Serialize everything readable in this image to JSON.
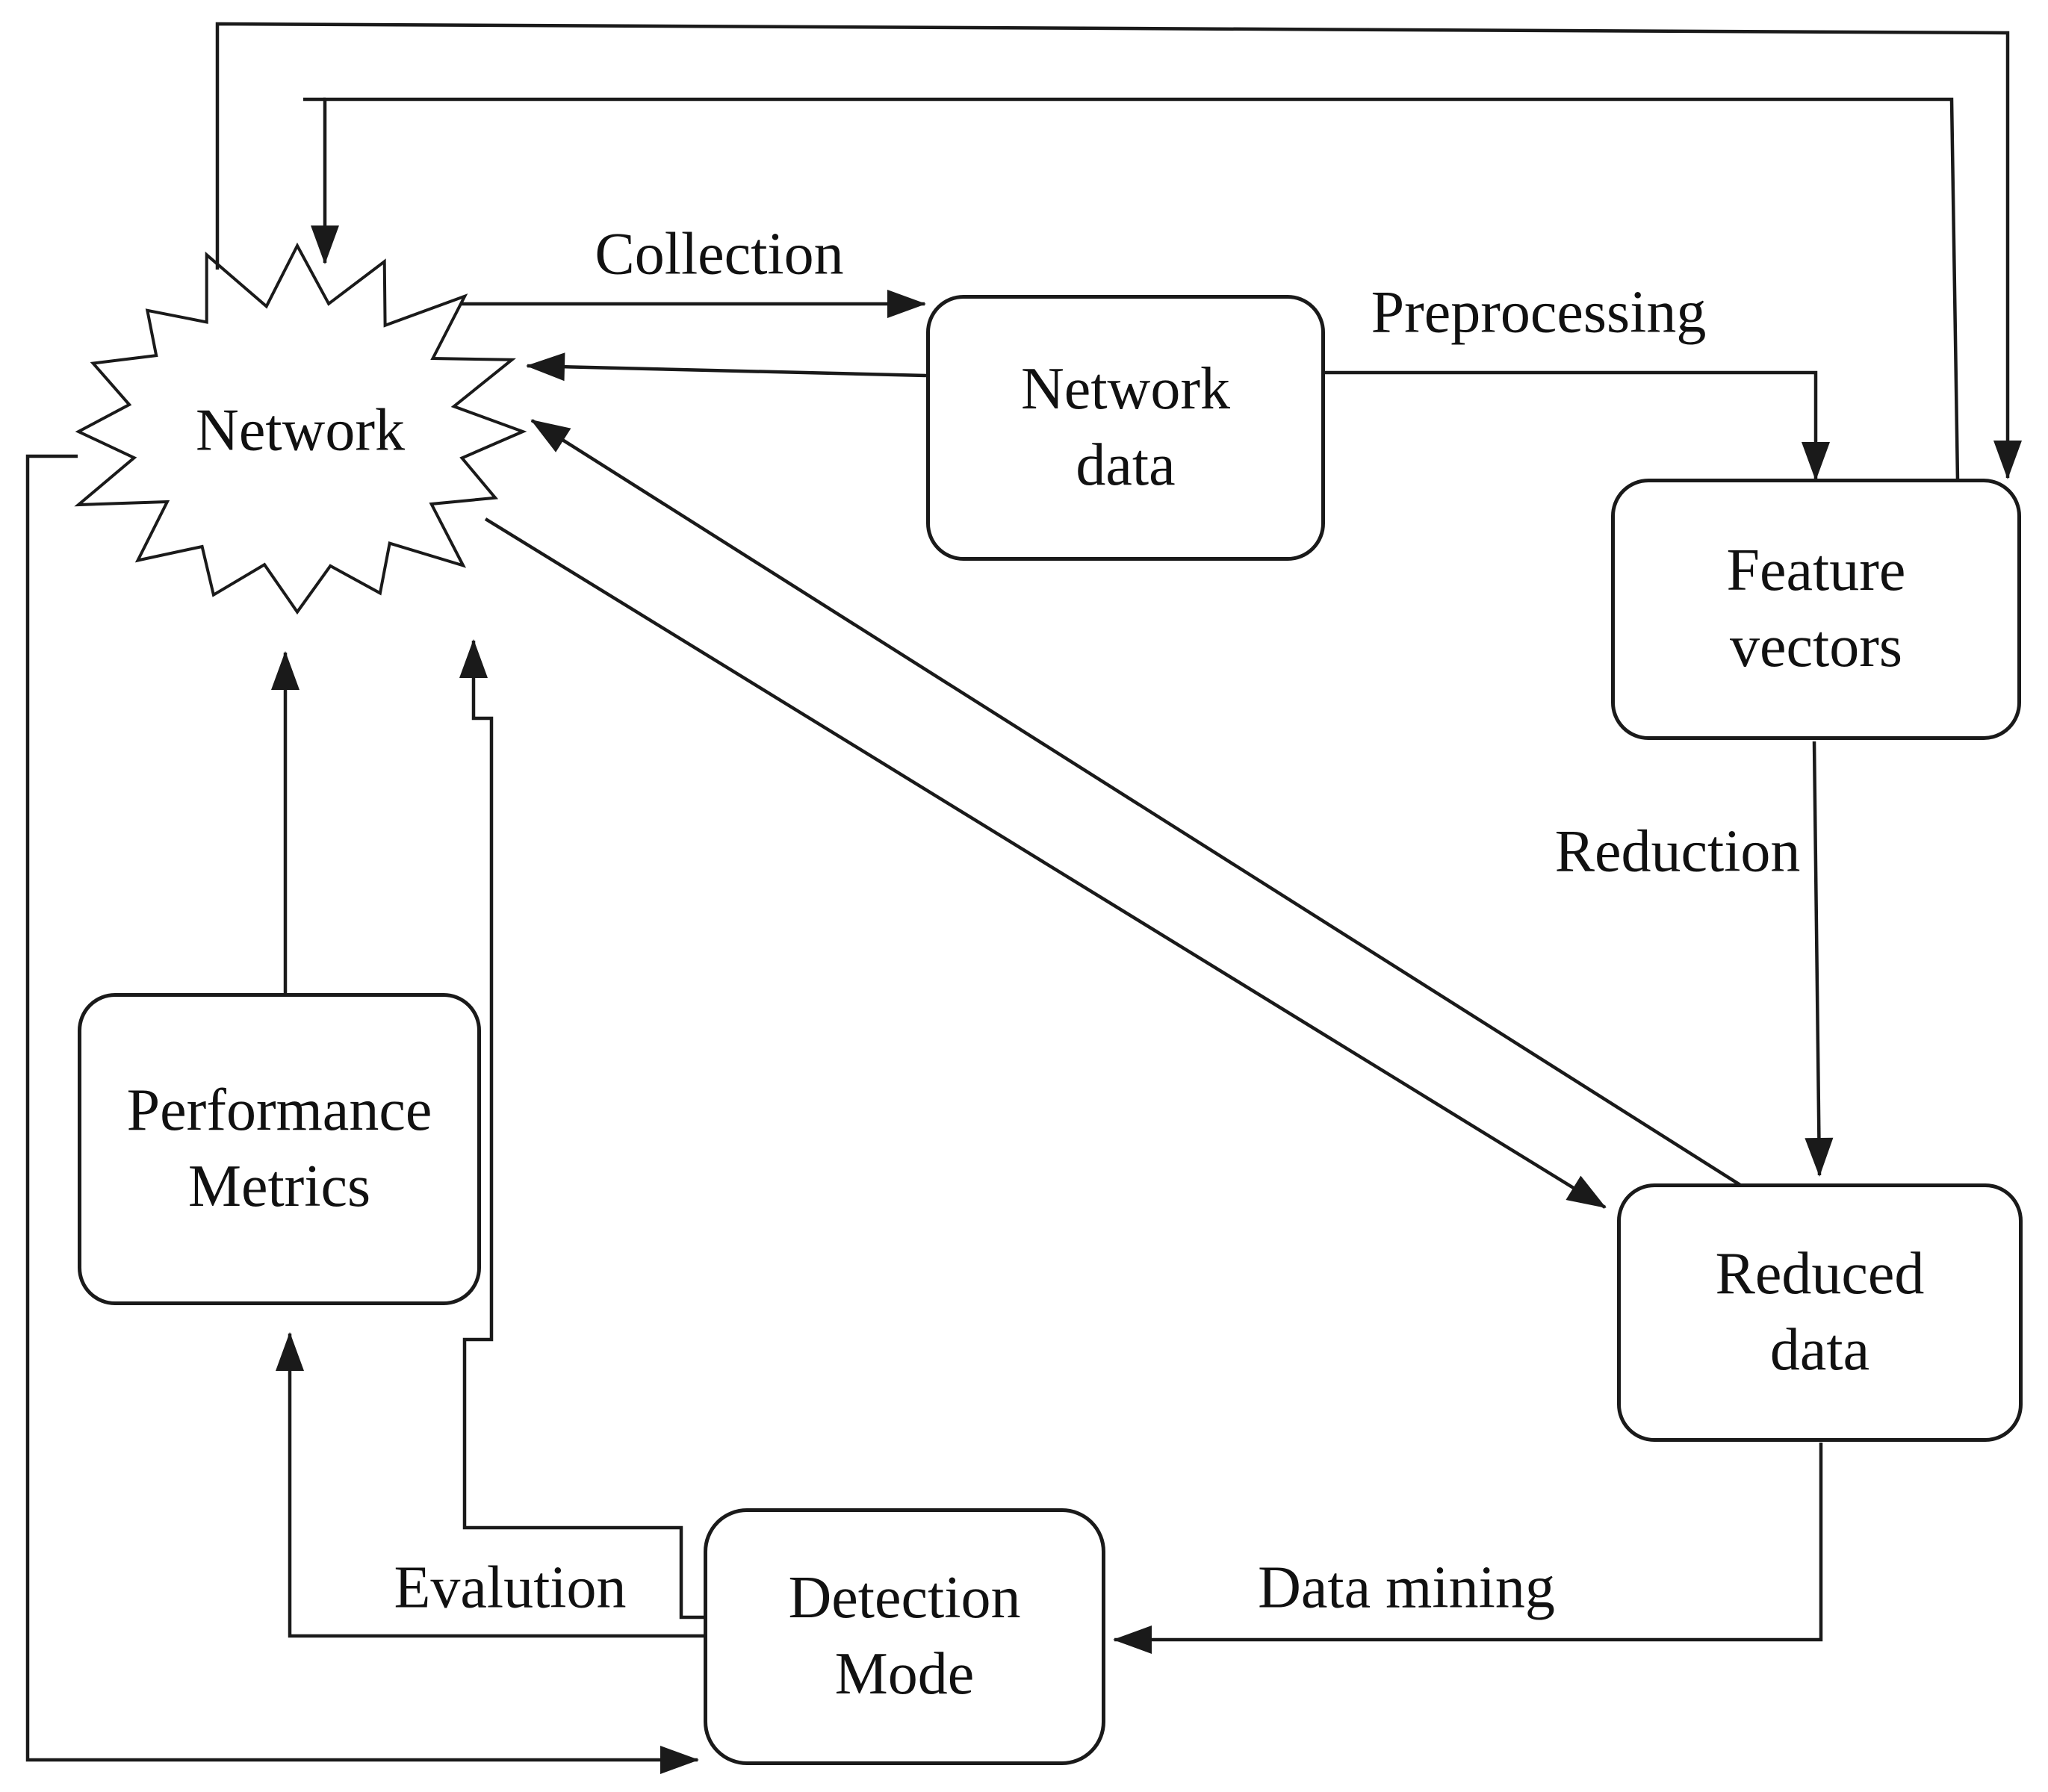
{
  "figure_type": "flow-diagram",
  "colors": {
    "stroke": "#1a1a1a",
    "background": "#ffffff"
  },
  "nodes": {
    "network": {
      "label": "Network",
      "shape": "starburst"
    },
    "network_data": {
      "label": "Network data",
      "shape": "rounded-rectangle"
    },
    "feature_vectors": {
      "label": "Feature vectors",
      "shape": "rounded-rectangle"
    },
    "reduced_data": {
      "label": "Reduced data",
      "shape": "rounded-rectangle"
    },
    "detection_mode": {
      "label": "Detection Mode",
      "shape": "rounded-rectangle"
    },
    "performance_metrics": {
      "label": "Performance Metrics",
      "shape": "rounded-rectangle"
    }
  },
  "edges": [
    {
      "from": "Network",
      "to": "Network data",
      "label": "Collection"
    },
    {
      "from": "Network data",
      "to": "Network",
      "label": ""
    },
    {
      "from": "Network data",
      "to": "Feature vectors",
      "label": "Preprocessing"
    },
    {
      "from": "Feature vectors",
      "to": "Network",
      "label": ""
    },
    {
      "from": "Network",
      "to": "Feature vectors",
      "label": ""
    },
    {
      "from": "Feature vectors",
      "to": "Reduced data",
      "label": "Reduction"
    },
    {
      "from": "Network",
      "to": "Reduced data",
      "label": ""
    },
    {
      "from": "Reduced data",
      "to": "Network",
      "label": ""
    },
    {
      "from": "Reduced data",
      "to": "Detection Mode",
      "label": "Data mining"
    },
    {
      "from": "Detection Mode",
      "to": "Performance Metrics",
      "label": "Evalution"
    },
    {
      "from": "Performance Metrics",
      "to": "Network",
      "label": ""
    },
    {
      "from": "Detection Mode",
      "to": "Network",
      "label": ""
    },
    {
      "from": "Network",
      "to": "Detection Mode",
      "label": ""
    }
  ]
}
